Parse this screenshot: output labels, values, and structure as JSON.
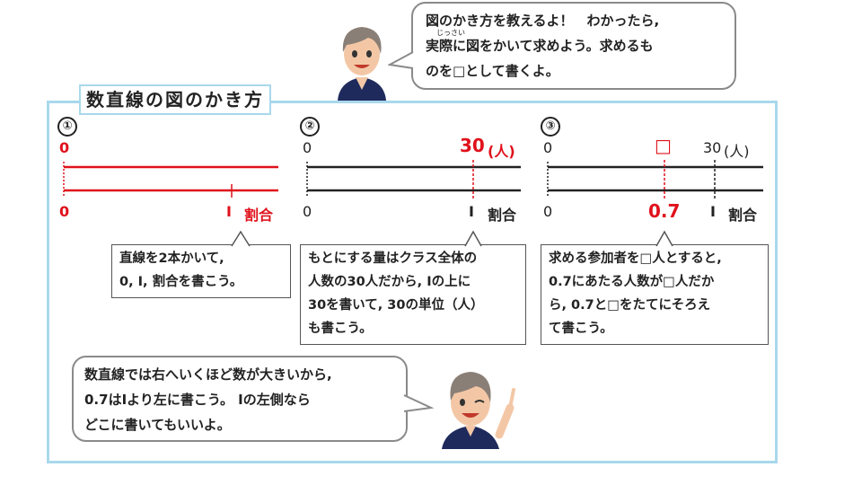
{
  "top_bubble": {
    "line1": "図のかき方を教えるよ！　わかったら,",
    "ruby": "じっさい",
    "line2": "実際に図をかいて求めよう。求めるも",
    "line3": "のを□として書くよ。"
  },
  "frame_title": "数直線の図のかき方",
  "steps": [
    {
      "number": "①",
      "top_left": "0",
      "bottom_left": "0",
      "one": "I",
      "ratio_label": "割合",
      "note_line1": "直線を2本かいて,",
      "note_line2": "0,  I,  割合を書こう。"
    },
    {
      "number": "②",
      "top_left": "0",
      "bottom_left": "0",
      "top_value": "30",
      "top_unit": "(人)",
      "one": "I",
      "ratio_label": "割合",
      "note_line1": "もとにする量はクラス全体の",
      "note_line2": "人数の30人だから,  Iの上に",
      "note_line3": "30を書いて,  30の単位（人）",
      "note_line4": "も書こう。"
    },
    {
      "number": "③",
      "top_left": "0",
      "bottom_left": "0",
      "unknown": "□",
      "top_value": "30",
      "top_unit": "(人)",
      "bottom_value": "0.7",
      "one": "I",
      "ratio_label": "割合",
      "note_line1": "求める参加者を□人とすると,",
      "note_line2": "0.7にあたる人数が□人だか",
      "note_line3": "ら,  0.7と□をたてにそろえ",
      "note_line4": "て書こう。"
    }
  ],
  "bottom_bubble": {
    "line1": "数直線では右へいくほど数が大きいから,",
    "line2": "0.7はIより左に書こう。 Iの左側なら",
    "line3": "どこに書いてもいいよ。"
  },
  "colors": {
    "accent_red": "#e0111b",
    "frame_blue": "#a9d8ec"
  }
}
